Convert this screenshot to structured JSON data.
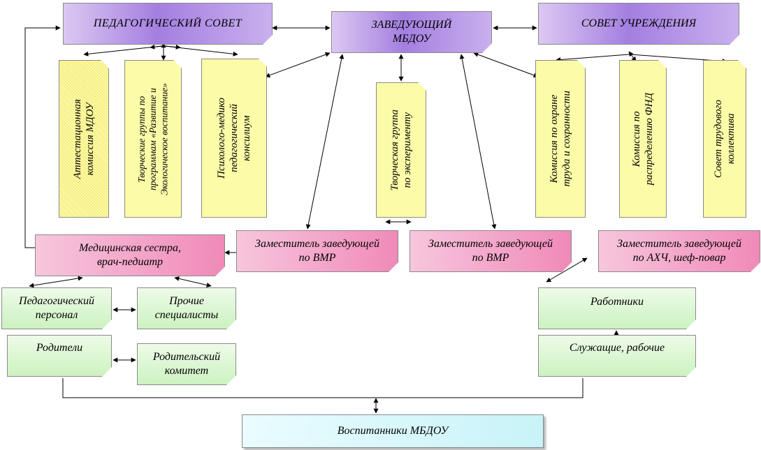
{
  "colors": {
    "violet": "#a47fe0",
    "pink": "#f08ab8",
    "green": "#ccf2c0",
    "yellow": "#fbfba8",
    "cyan": "#c8f3f8"
  },
  "top": {
    "ped_council": "ПЕДАГОГИЧЕСКИЙ СОВЕТ",
    "head_line1": "ЗАВЕДУЮЩИЙ",
    "head_line2": "МБДОУ",
    "inst_council": "СОВЕТ УЧРЕЖДЕНИЯ"
  },
  "vertical": {
    "attest_line1": "Аттестационная",
    "attest_line2": "комиссия МДОУ",
    "creative_line1": "Творческие группы по",
    "creative_line2": "программам «Развитие и",
    "creative_line3": "Экологическое воспитание»",
    "pmpk_line1": "Психолого-медико",
    "pmpk_line2": "педагогический",
    "pmpk_line3": "консилиум",
    "experiment_line1": "Творческая группа",
    "experiment_line2": "по эксперименту",
    "labor_line1": "Комиссия по охране",
    "labor_line2": "труда и сохранности",
    "fund_line1": "Комиссия по",
    "fund_line2": "распределению ФНД",
    "staff_council_line1": "Совет трудового",
    "staff_council_line2": "коллектива"
  },
  "middle": {
    "nurse_line1": "Медицинская сестра,",
    "nurse_line2": "врач-педиатр",
    "deputy1_line1": "Заместитель заведующей",
    "deputy1_line2": "по ВМР",
    "deputy2_line1": "Заместитель заведующей",
    "deputy2_line2": "по ВМР",
    "deputy3_line1": "Заместитель заведующей",
    "deputy3_line2": "по АХЧ, шеф-повар"
  },
  "bottom": {
    "ped_staff_line1": "Педагогический",
    "ped_staff_line2": "персонал",
    "other_line1": "Прочие",
    "other_line2": "специалисты",
    "parents": "Родители",
    "parent_committee_line1": "Родительский",
    "parent_committee_line2": "комитет",
    "workers": "Работники",
    "employees": "Служащие, рабочие",
    "pupils": "Воспитанники МБДОУ"
  }
}
